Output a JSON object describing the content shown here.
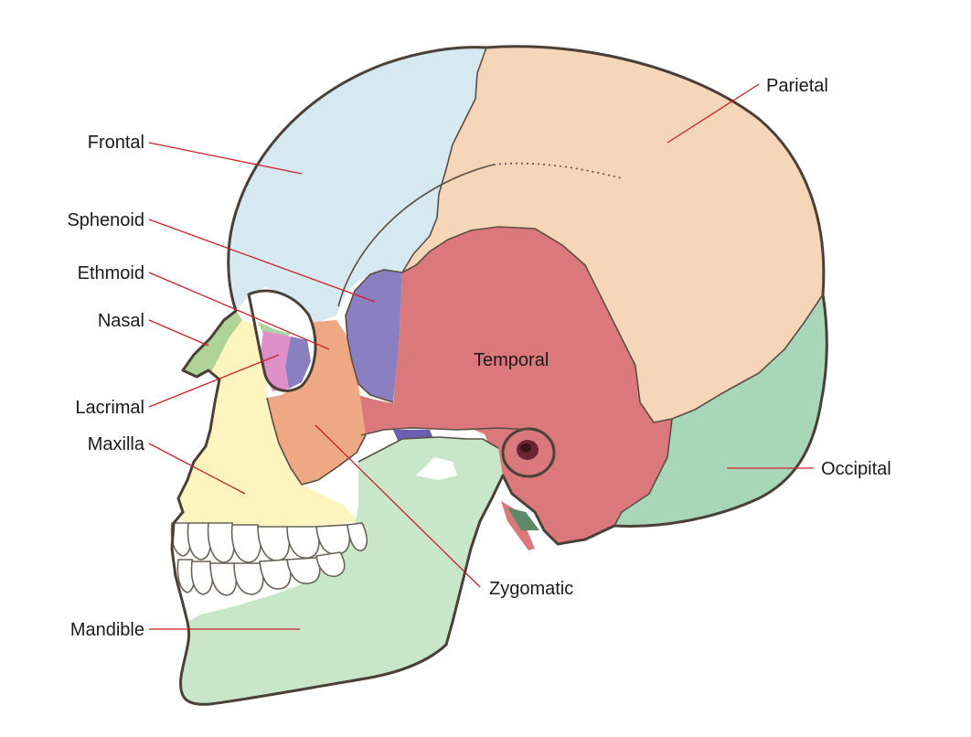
{
  "colors": {
    "frontal": "#d6e8f0",
    "parietal": "#f5d6b8",
    "temporal": "#db787c",
    "occipital": "#a8d6b8",
    "sphenoid": "#8a7fc0",
    "sphenoid_dark": "#6a5fb0",
    "ethmoid": "#aad4a0",
    "nasal": "#b0d498",
    "lacrimal": "#e090c8",
    "maxilla": "#fdf4c0",
    "zygomatic": "#eea884",
    "mandible": "#c8e6c8",
    "leader": "#c8202a"
  },
  "labels": {
    "frontal": "Frontal",
    "parietal": "Parietal",
    "sphenoid": "Sphenoid",
    "ethmoid": "Ethmoid",
    "nasal": "Nasal",
    "temporal": "Temporal",
    "lacrimal": "Lacrimal",
    "maxilla": "Maxilla",
    "occipital": "Occipital",
    "zygomatic": "Zygomatic",
    "mandible": "Mandible"
  }
}
